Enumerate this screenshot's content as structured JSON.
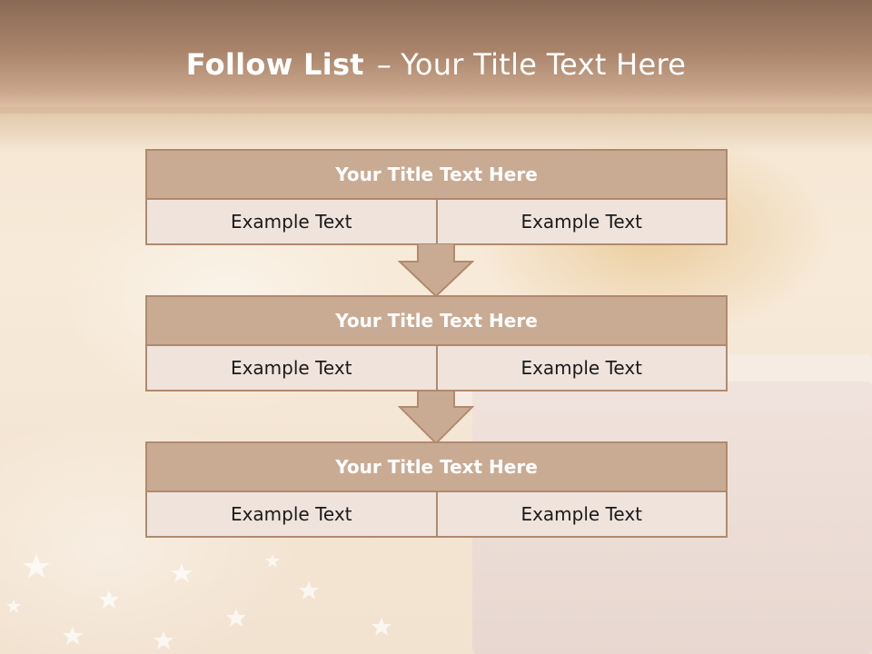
{
  "slide": {
    "title_bold": "Follow List",
    "title_dash": "–",
    "title_rest": "Your Title Text Here"
  },
  "blocks": [
    {
      "header": "Your Title Text Here",
      "left": "Example Text",
      "right": "Example Text"
    },
    {
      "header": "Your Title Text Here",
      "left": "Example Text",
      "right": "Example Text"
    },
    {
      "header": "Your Title Text Here",
      "left": "Example Text",
      "right": "Example Text"
    }
  ],
  "colors": {
    "header_fill": "#c9ab94",
    "cell_fill": "#efe3dc",
    "border": "#b08a6e",
    "arrow_fill": "#c9ab94"
  },
  "icons": [
    "down-arrow-icon",
    "star-icon"
  ]
}
